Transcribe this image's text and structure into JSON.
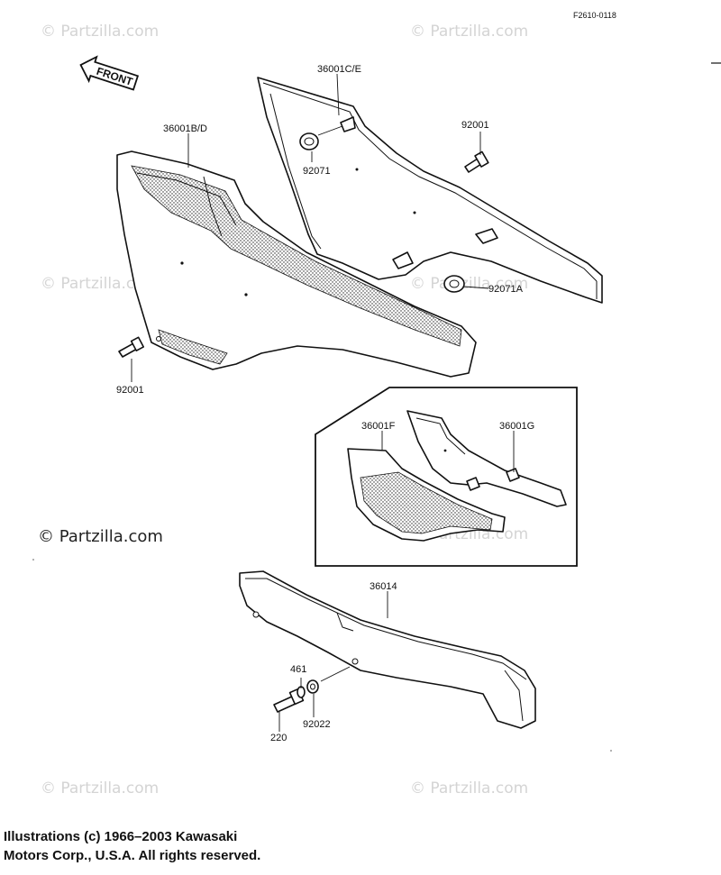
{
  "diagram": {
    "figure_code": "F2610-0118",
    "front_arrow_label": "FRONT",
    "watermark_text": "© Partzilla.com",
    "callouts": {
      "c36001ce": "36001C/E",
      "c36001bd": "36001B/D",
      "c92001_top": "92001",
      "c92071": "92071",
      "c92071a": "92071A",
      "c92001_left": "92001",
      "c36001f": "36001F",
      "c36001g": "36001G",
      "c36014": "36014",
      "c461": "461",
      "c220": "220",
      "c92022": "92022"
    }
  },
  "footer": {
    "line1": "Illustrations (c) 1966–2003 Kawasaki",
    "line2": "Motors Corp., U.S.A.  All rights reserved."
  }
}
